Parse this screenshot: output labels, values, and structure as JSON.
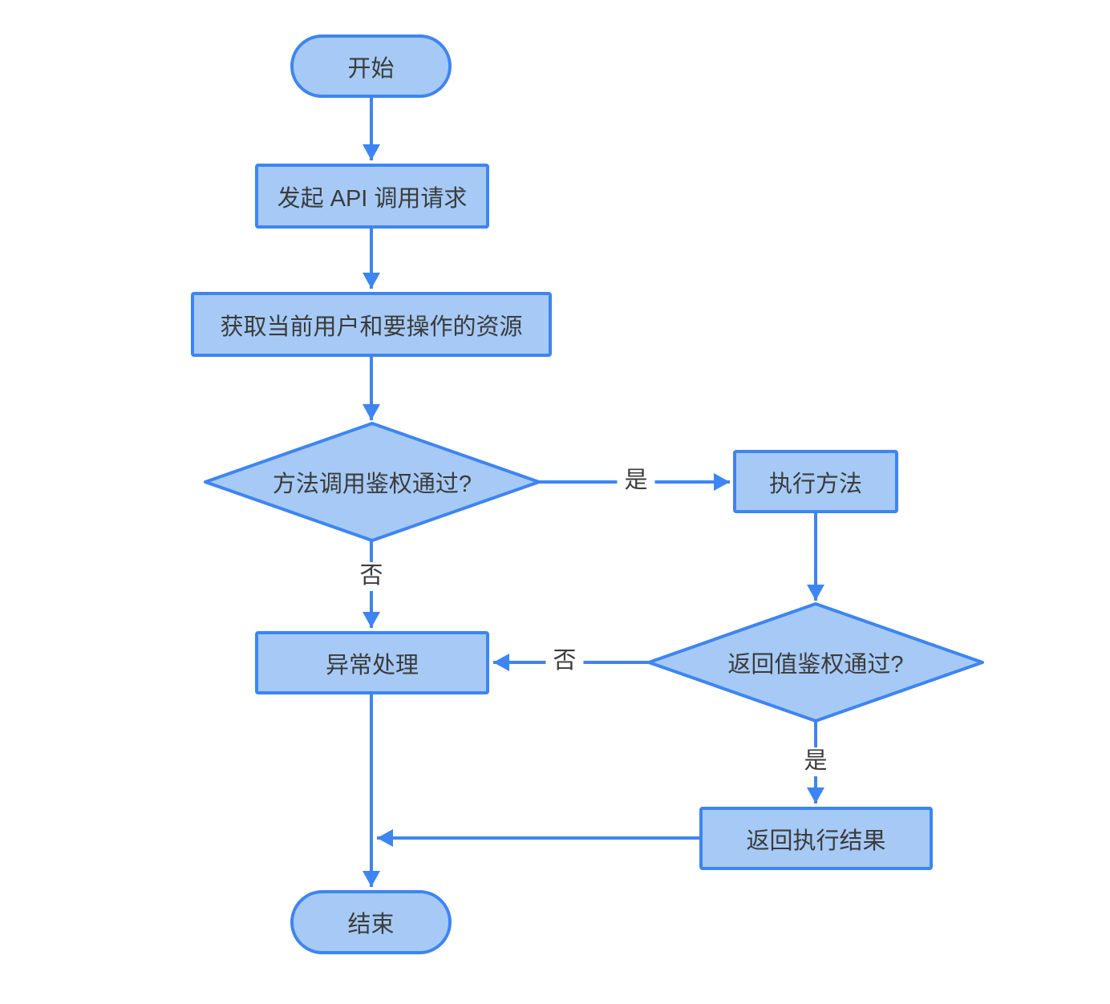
{
  "colors": {
    "node_fill": "#a6caf5",
    "node_stroke": "#3d85f4",
    "text_color": "#3b3b3b",
    "canvas_bg": "#ffffff"
  },
  "nodes": {
    "start": {
      "type": "terminator",
      "label": "开始"
    },
    "initiate_request": {
      "type": "process",
      "label": "发起 API 调用请求"
    },
    "get_user_resource": {
      "type": "process",
      "label": "获取当前用户和要操作的资源"
    },
    "method_auth": {
      "type": "decision",
      "label": "方法调用鉴权通过?"
    },
    "execute_method": {
      "type": "process",
      "label": "执行方法"
    },
    "return_auth": {
      "type": "decision",
      "label": "返回值鉴权通过?"
    },
    "exception_handling": {
      "type": "process",
      "label": "异常处理"
    },
    "return_result": {
      "type": "process",
      "label": "返回执行结果"
    },
    "end": {
      "type": "terminator",
      "label": "结束"
    }
  },
  "edge_labels": {
    "method_auth_yes": "是",
    "method_auth_no": "否",
    "return_auth_no": "否",
    "return_auth_yes": "是"
  }
}
